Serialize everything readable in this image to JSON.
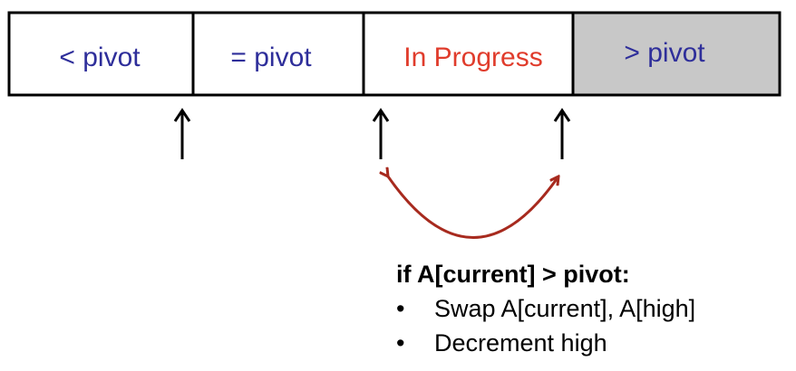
{
  "array": {
    "cells": [
      {
        "label": "< pivot",
        "label_color": "#2e2e9a",
        "fill": "#ffffff"
      },
      {
        "label": "= pivot",
        "label_color": "#2e2e9a",
        "fill": "#ffffff"
      },
      {
        "label": "In Progress",
        "label_color": "#e03c2c",
        "fill": "#ffffff"
      },
      {
        "label": "> pivot",
        "label_color": "#2e2e9a",
        "fill": "#c8c8c8"
      }
    ]
  },
  "colors": {
    "border": "#000000",
    "pointer": "#000000",
    "swap_arrow": "#a72a1e"
  },
  "condition": {
    "title": "if A[current] > pivot:",
    "steps": [
      {
        "bullet": "•",
        "text": "Swap A[current], A[high]"
      },
      {
        "bullet": "•",
        "text": "Decrement high"
      }
    ]
  }
}
